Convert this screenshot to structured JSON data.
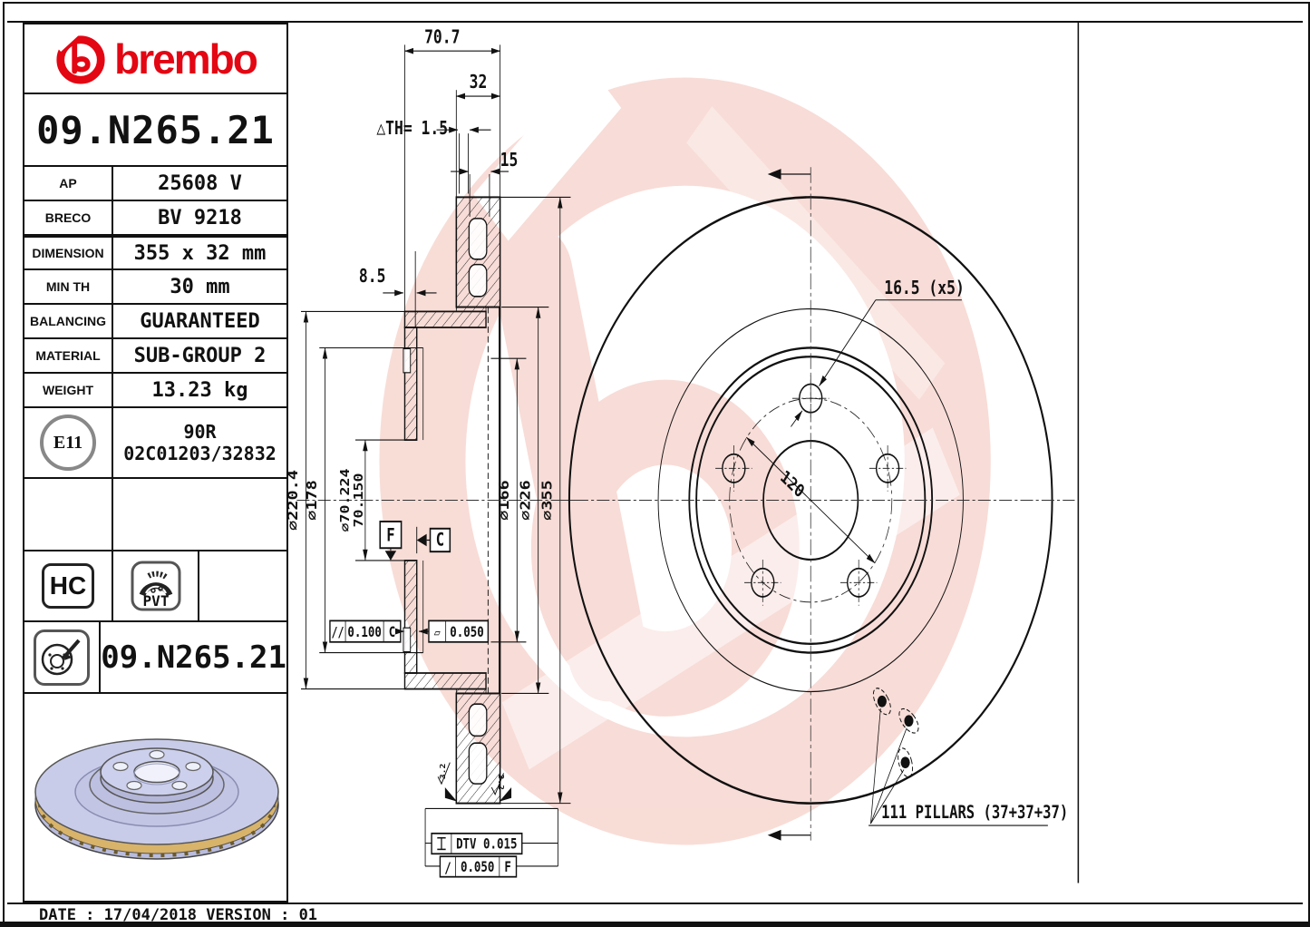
{
  "brand": {
    "wordmark": "brembo",
    "red": "#e30613"
  },
  "part_number": "09.N265.21",
  "spec_table": {
    "rows": [
      {
        "label": "AP",
        "value": "25608 V"
      },
      {
        "label": "BRECO",
        "value": "BV 9218"
      },
      {
        "label": "DIMENSION",
        "value": "355 x 32 mm"
      },
      {
        "label": "MIN TH",
        "value": "30 mm"
      },
      {
        "label": "BALANCING",
        "value": "GUARANTEED"
      },
      {
        "label": "MATERIAL",
        "value": "SUB-GROUP 2"
      },
      {
        "label": "WEIGHT",
        "value": "13.23 kg"
      }
    ]
  },
  "homologation": {
    "mark": "E11",
    "line1": "90R",
    "line2": "02C01203/32832"
  },
  "badges": {
    "hc": "HC",
    "pvt": "PVT"
  },
  "part_row": {
    "part_number": "09.N265.21"
  },
  "footer": {
    "date_line": "DATE : 17/04/2018 VERSION : 01"
  },
  "section_view": {
    "width_total": "70.7",
    "width_band": "32",
    "wear": "△TH= 1.5",
    "offset_15": "15",
    "flange": "8.5",
    "dia_hat": "⌀220.4",
    "dia_register": "⌀178",
    "dia_bore_max": "⌀70.224",
    "dia_bore_min": "70.150",
    "dia_inner": "⌀166",
    "dia_band_inner": "⌀226",
    "dia_outer": "⌀355",
    "rough_left": "3.2",
    "rough_right": "3.2",
    "datum_f": "F",
    "datum_c": "C",
    "par_sym": "//",
    "par_val": "0.100",
    "par_ref": "C",
    "flat_sym": "▱",
    "flat_val": "0.050",
    "dtv": "DTV 0.015",
    "runout_sym": "/",
    "runout_val": "0.050",
    "runout_ref": "F"
  },
  "front_view": {
    "bolt_holes": "16.5 (x5)",
    "bolt_circle": "120",
    "pillars": "111 PILLARS (37+37+37)"
  }
}
